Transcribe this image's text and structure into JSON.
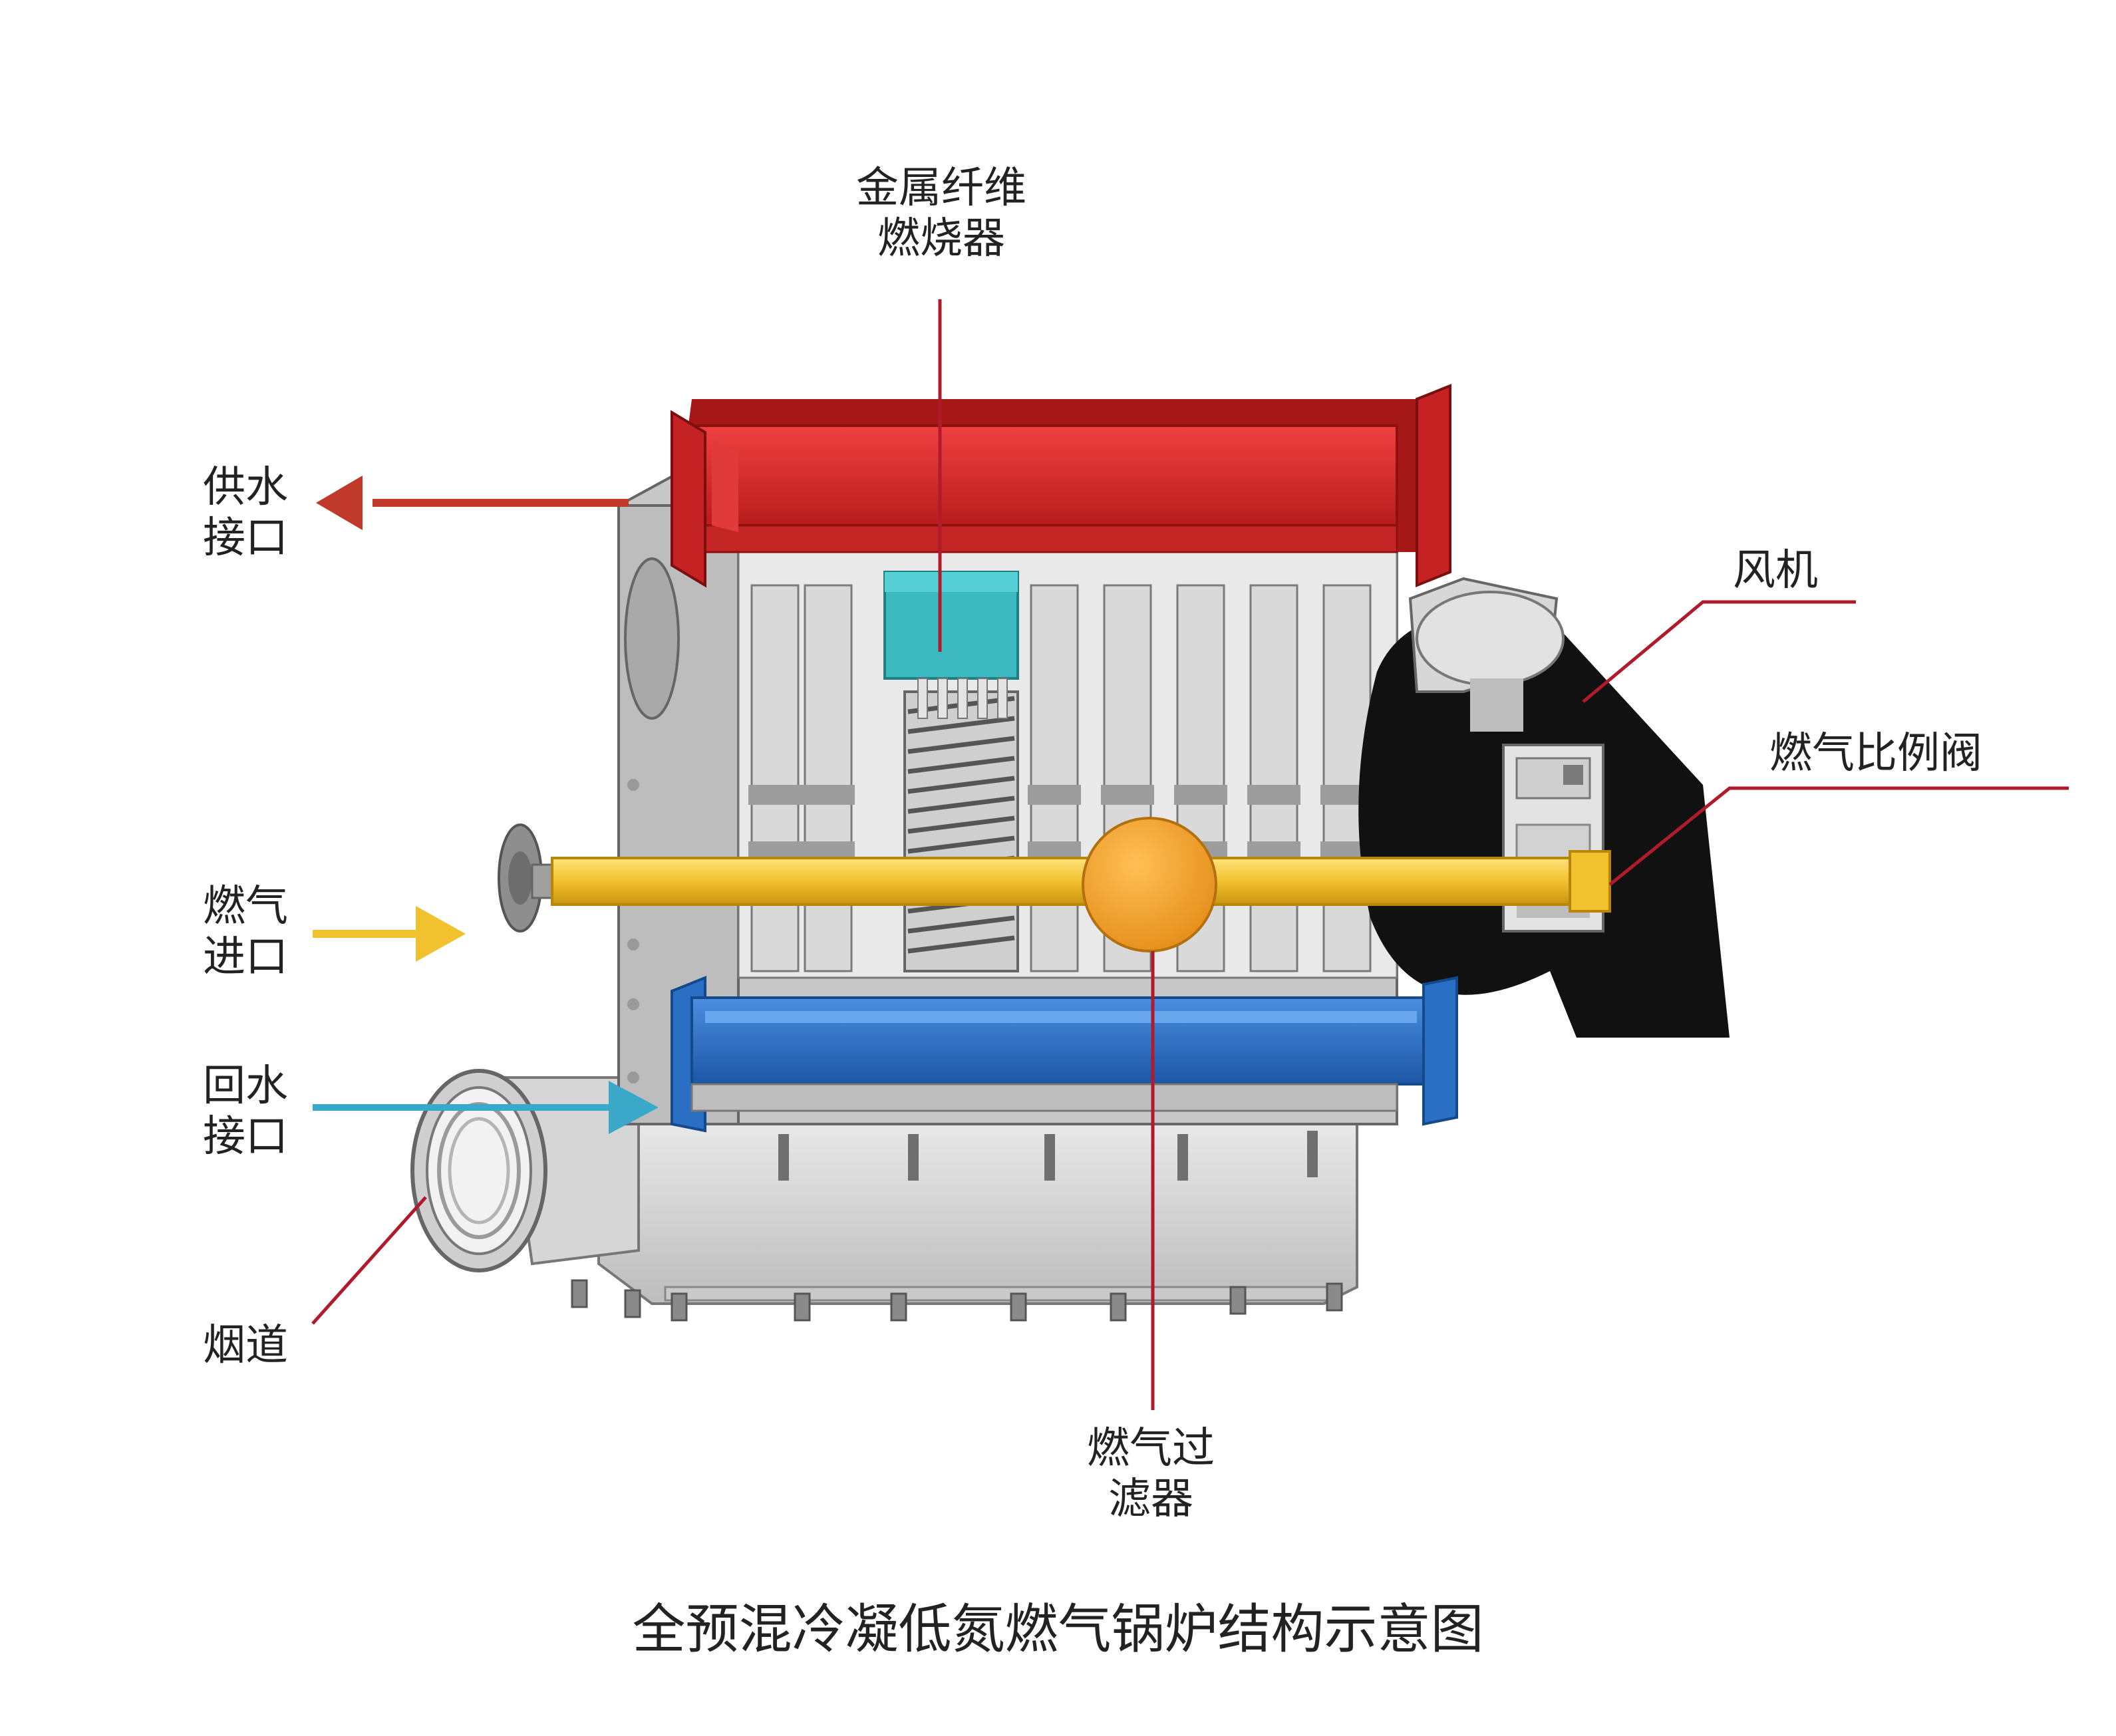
{
  "diagram": {
    "title": "全预混冷凝低氮燃气锅炉结构示意图",
    "labels": {
      "burner": [
        "金属纤维",
        "燃烧器"
      ],
      "supply_water": [
        "供水",
        "接口"
      ],
      "gas_inlet": [
        "燃气",
        "进口"
      ],
      "return_water": [
        "回水",
        "接口"
      ],
      "flue": [
        "烟道"
      ],
      "fan": [
        "风机"
      ],
      "gas_valve": [
        "燃气比例阀"
      ],
      "gas_filter": [
        "燃气过",
        "滤器"
      ]
    },
    "colors": {
      "supply_header": "#d72a2a",
      "return_header": "#2a6fc4",
      "gas_pipe": "#f2c12e",
      "gas_filter": "#f0a02c",
      "burner_block": "#3bb9bf",
      "fan_housing": "#111111",
      "leader_line": "#b01b2c",
      "supply_arrow": "#c0392b",
      "gas_arrow": "#f2c12e",
      "return_arrow": "#3aa8c8"
    }
  }
}
